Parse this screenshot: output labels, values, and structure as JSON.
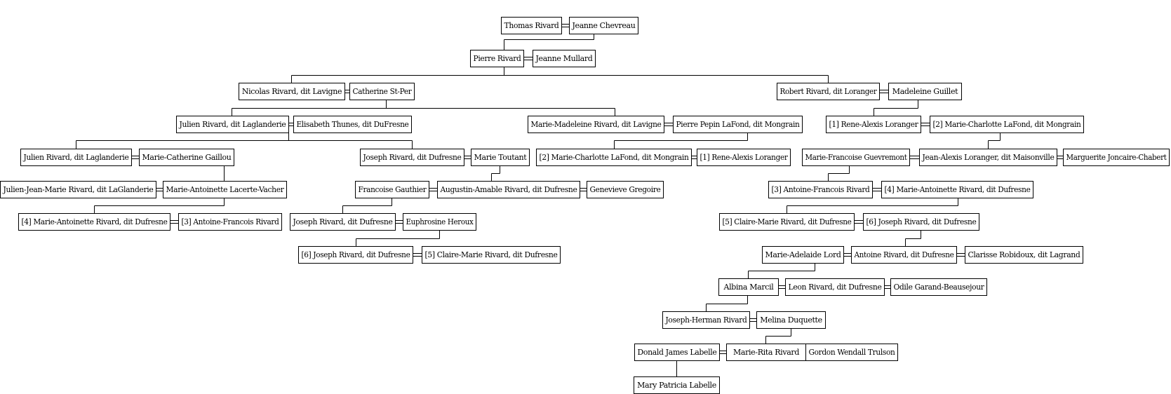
{
  "people": {
    "thomas_rivard": "Thomas Rivard",
    "jeanne_chevreau": "Jeanne Chevreau",
    "pierre_rivard": "Pierre Rivard",
    "jeanne_mullard": "Jeanne Mullard",
    "nicolas_rivard": "Nicolas Rivard, dit Lavigne",
    "catherine_st_per": "Catherine St-Per",
    "robert_rivard": "Robert Rivard, dit Loranger",
    "madeleine_guillet": "Madeleine Guillet",
    "julien_rivard_1": "Julien Rivard, dit Laglanderie",
    "elisabeth_thunes": "Elisabeth Thunes, dit DuFresne",
    "marie_madeleine_rivard": "Marie-Madeleine Rivard, dit Lavigne",
    "pierre_pepin_lafond": "Pierre Pepin LaFond, dit Mongrain",
    "rene_alexis_loranger_1": "[1] Rene-Alexis Loranger",
    "marie_charlotte_lafond_2": "[2] Marie-Charlotte LaFond, dit Mongrain",
    "julien_rivard_2": "Julien Rivard, dit Laglanderie",
    "marie_catherine_gaillou": "Marie-Catherine Gaillou",
    "joseph_rivard_1": "Joseph Rivard, dit Dufresne",
    "marie_toutant": "Marie Toutant",
    "marie_charlotte_lafond_2b": "[2] Marie-Charlotte LaFond, dit Mongrain",
    "rene_alexis_loranger_1b": "[1] Rene-Alexis Loranger",
    "marie_francoise_guevremont": "Marie-Francoise Guevremont",
    "jean_alexis_loranger": "Jean-Alexis Loranger, dit Maisonville",
    "marguerite_joncaire": "Marguerite Joncaire-Chabert",
    "julien_jean_marie_rivard": "Julien-Jean-Marie Rivard, dit LaGlanderie",
    "marie_antoinette_lacerte": "Marie-Antoinette Lacerte-Vacher",
    "francoise_gauthier": "Francoise Gauthier",
    "augustin_amable_rivard": "Augustin-Amable Rivard, dit Dufresne",
    "genevieve_gregoire": "Genevieve Gregoire",
    "antoine_francois_rivard_3": "[3] Antoine-Francois Rivard",
    "marie_antoinette_rivard_4": "[4] Marie-Antoinette Rivard, dit Dufresne",
    "marie_antoinette_rivard_4b": "[4] Marie-Antoinette Rivard, dit Dufresne",
    "antoine_francois_rivard_3b": "[3] Antoine-Francois Rivard",
    "joseph_rivard_2": "Joseph Rivard, dit Dufresne",
    "euphrosine_heroux": "Euphrosine Heroux",
    "claire_marie_rivard_5": "[5] Claire-Marie Rivard, dit Dufresne",
    "joseph_rivard_6": "[6] Joseph Rivard, dit Dufresne",
    "joseph_rivard_6b": "[6] Joseph Rivard, dit Dufresne",
    "claire_marie_rivard_5b": "[5] Claire-Marie Rivard, dit Dufresne",
    "marie_adelaide_lord": "Marie-Adelaide Lord",
    "antoine_rivard": "Antoine Rivard, dit Dufresne",
    "clarisse_robidoux": "Clarisse Robidoux, dit Lagrand",
    "albina_marcil": "Albina Marcil",
    "leon_rivard": "Leon Rivard, dit Dufresne",
    "odile_garand": "Odile Garand-Beausejour",
    "joseph_herman_rivard": "Joseph-Herman Rivard",
    "melina_duquette": "Melina Duquette",
    "donald_james_labelle": "Donald James Labelle",
    "marie_rita_rivard": "Marie-Rita Rivard",
    "gordon_wendall_trulson": "Gordon Wendall Trulson",
    "mary_patricia_labelle": "Mary Patricia Labelle"
  }
}
